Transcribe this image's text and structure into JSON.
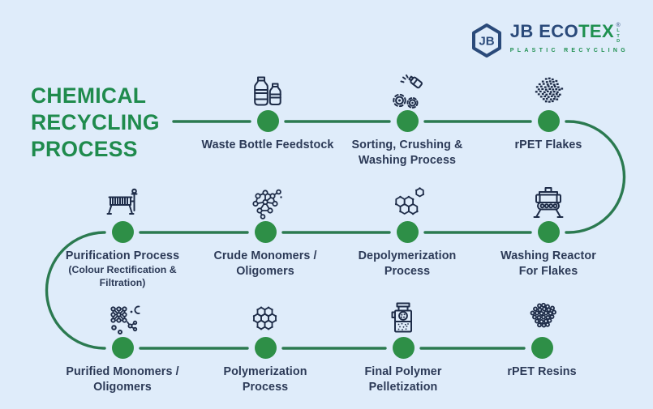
{
  "logo": {
    "monogram": "JB",
    "wordmark_primary": "JB ECO",
    "wordmark_accent": "TEX",
    "registered_mark": "®",
    "suffix": "LTD",
    "tagline": "PLASTIC RECYCLING"
  },
  "title": "CHEMICAL\nRECYCLING\nPROCESS",
  "colors": {
    "background": "#dfecfa",
    "accent_green": "#1f8b4d",
    "path_green": "#2b7a50",
    "node_green": "#2e8f47",
    "text_navy": "#2c3a57",
    "icon_navy": "#1e2c48",
    "logo_navy": "#2a4a7a"
  },
  "process": {
    "rows": [
      {
        "steps": [
          {
            "label": "Waste Bottle Feedstock",
            "icon": "waste-bottles"
          },
          {
            "label": "Sorting, Crushing &\nWashing Process",
            "icon": "crusher-gears"
          },
          {
            "label": "rPET Flakes",
            "icon": "rpet-flakes"
          }
        ]
      },
      {
        "steps": [
          {
            "label": "Purification Process",
            "sublabel": "(Colour Rectification &\nFiltration)",
            "icon": "filter-bed"
          },
          {
            "label": "Crude Monomers /\nOligomers",
            "icon": "molecule-network"
          },
          {
            "label": "Depolymerization\nProcess",
            "icon": "hexagon-molecules"
          },
          {
            "label": "Washing Reactor\nFor Flakes",
            "icon": "washing-reactor"
          }
        ]
      },
      {
        "steps": [
          {
            "label": "Purified Monomers /\nOligomers",
            "icon": "molecule-cluster"
          },
          {
            "label": "Polymerization\nProcess",
            "icon": "honeycomb-polymer"
          },
          {
            "label": "Final Polymer\nPelletization",
            "icon": "pelletizer-machine"
          },
          {
            "label": "rPET Resins",
            "icon": "resin-pellets"
          }
        ]
      }
    ]
  }
}
